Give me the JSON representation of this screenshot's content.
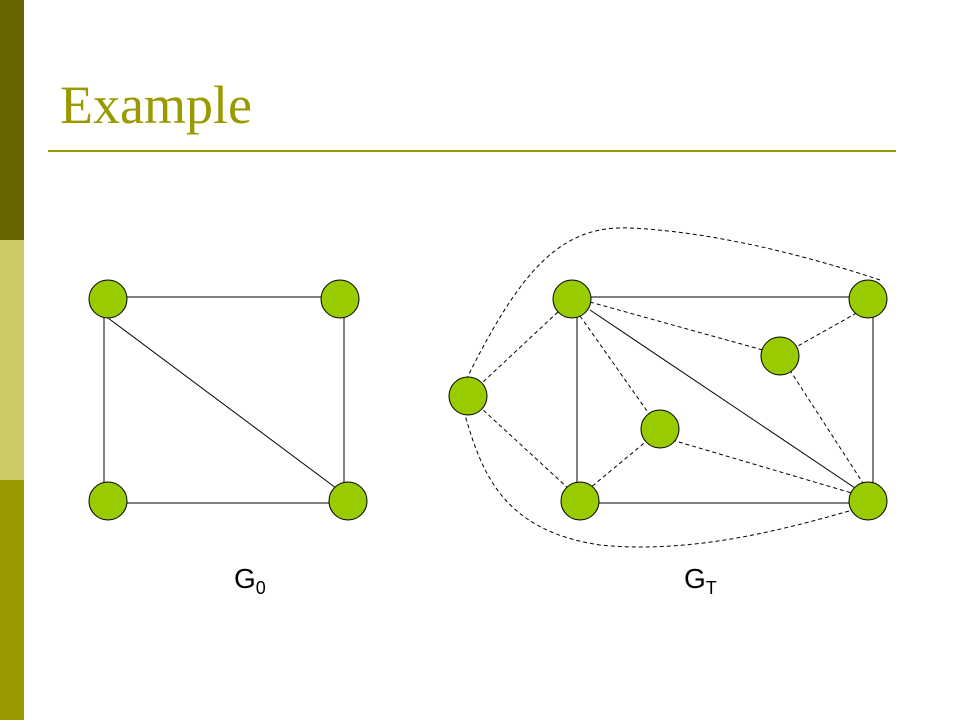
{
  "slide": {
    "title": "Example"
  },
  "colors": {
    "accent": "#999900",
    "sidebar_dark": "#666600",
    "sidebar_light": "#cccc66",
    "node_fill": "#99cc00"
  },
  "graphs": [
    {
      "label": "G",
      "subscript": "0",
      "nodes": [
        "top-left",
        "top-right",
        "bottom-left",
        "bottom-right"
      ],
      "solid_edges": [
        [
          "top-left",
          "top-right"
        ],
        [
          "top-left",
          "bottom-left"
        ],
        [
          "top-right",
          "bottom-right"
        ],
        [
          "bottom-left",
          "bottom-right"
        ],
        [
          "top-left",
          "bottom-right"
        ]
      ],
      "dashed_edges": []
    },
    {
      "label": "G",
      "subscript": "T",
      "nodes": [
        "top-left",
        "top-right",
        "bottom-left",
        "bottom-right",
        "left",
        "center",
        "upper-right-inner"
      ],
      "solid_edges": [
        [
          "top-left",
          "top-right"
        ],
        [
          "top-left",
          "bottom-left"
        ],
        [
          "top-right",
          "bottom-right"
        ],
        [
          "bottom-left",
          "bottom-right"
        ],
        [
          "top-left",
          "bottom-right"
        ]
      ],
      "dashed_edges": [
        [
          "left",
          "top-left"
        ],
        [
          "left",
          "bottom-left"
        ],
        [
          "top-left",
          "center"
        ],
        [
          "center",
          "bottom-left"
        ],
        [
          "center",
          "bottom-right"
        ],
        [
          "top-left",
          "upper-right-inner"
        ],
        [
          "upper-right-inner",
          "top-right"
        ],
        [
          "upper-right-inner",
          "bottom-right"
        ],
        [
          "left",
          "top-right"
        ],
        [
          "left",
          "bottom-right"
        ]
      ]
    }
  ]
}
